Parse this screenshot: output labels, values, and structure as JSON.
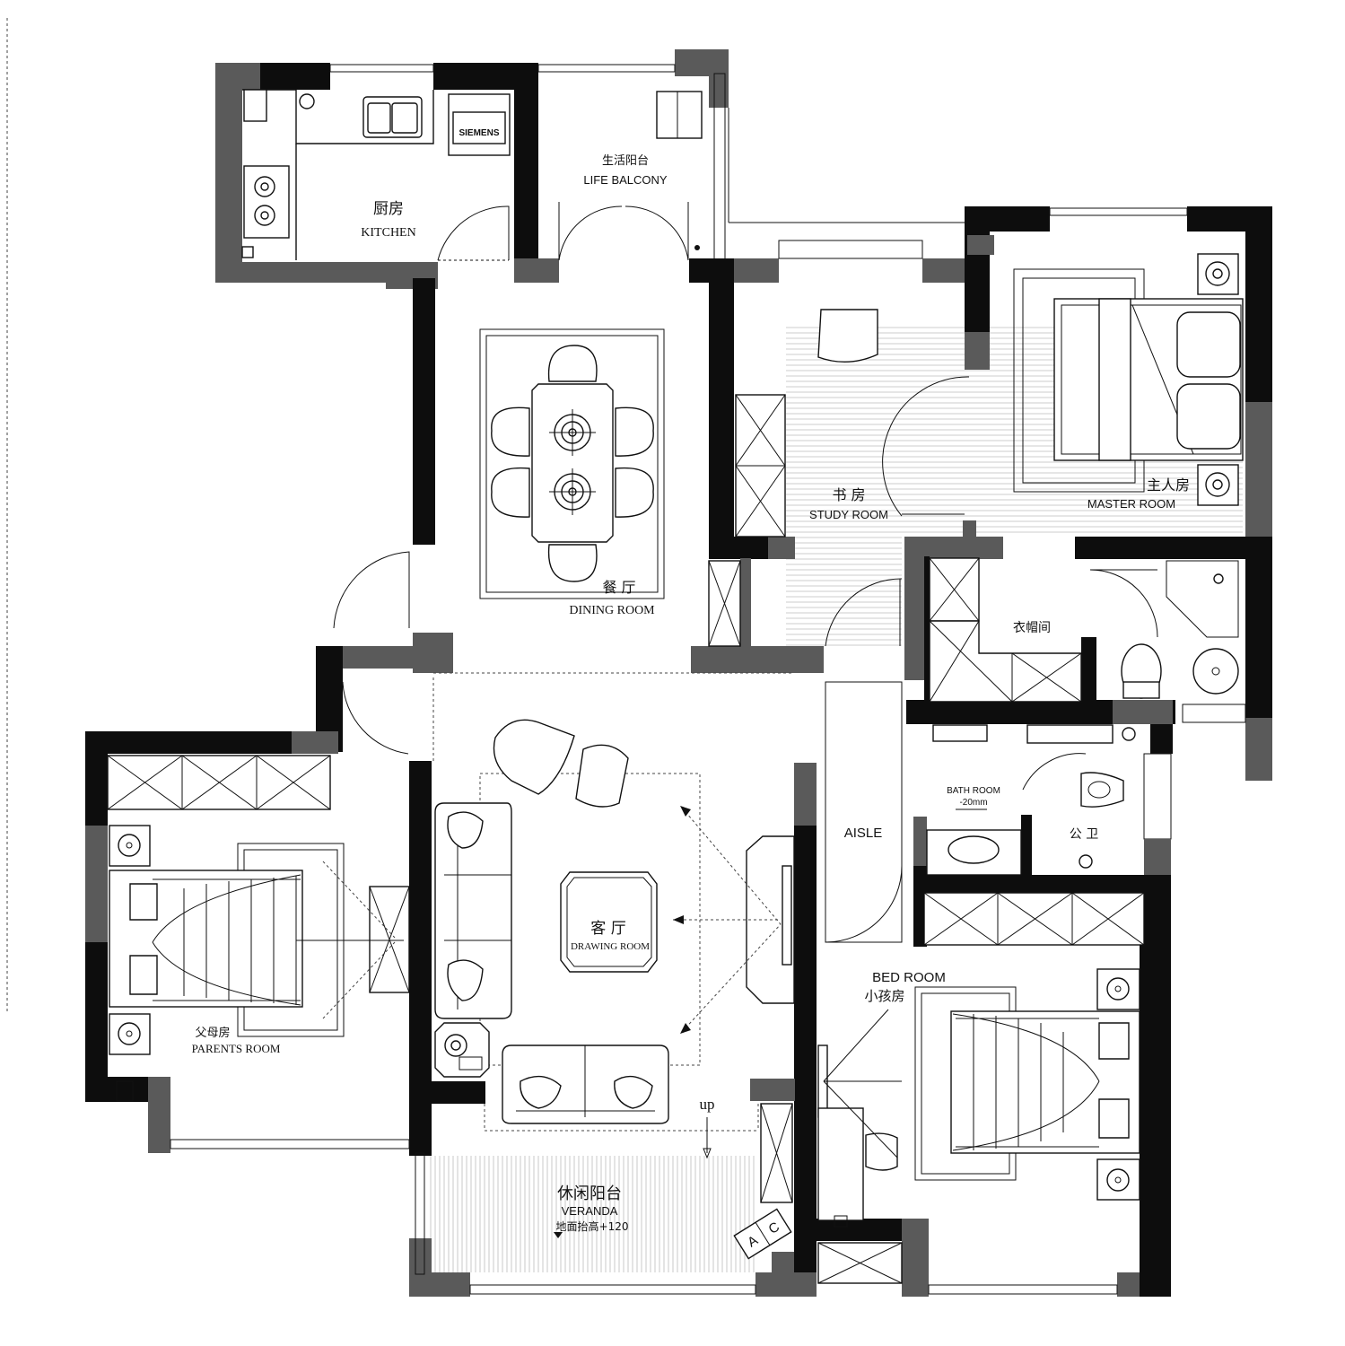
{
  "rooms": {
    "kitchen": {
      "cn": "厨房",
      "en": "KITCHEN"
    },
    "life_balcony": {
      "cn": "生活阳台",
      "en": "LIFE BALCONY"
    },
    "dining": {
      "cn": "餐 厅",
      "en": "DINING ROOM"
    },
    "study": {
      "cn": "书 房",
      "en": "STUDY ROOM"
    },
    "master": {
      "cn": "主人房",
      "en": "MASTER ROOM"
    },
    "cloakroom": {
      "cn": "衣帽间"
    },
    "drawing": {
      "cn": "客 厅",
      "en": "DRAWING ROOM"
    },
    "aisle": {
      "en": "AISLE"
    },
    "bath": {
      "en": "BATH ROOM",
      "note": "-20mm"
    },
    "public_wc": {
      "cn": "公 卫"
    },
    "parents": {
      "cn": "父母房",
      "en": "PARENTS ROOM"
    },
    "child": {
      "en": "BED ROOM",
      "cn": "小孩房"
    },
    "veranda": {
      "cn": "休闲阳台",
      "en": "VERANDA",
      "note": "地面抬高+120"
    }
  },
  "annotations": {
    "up": "up",
    "brand": "SIEMENS",
    "ac_a": "A",
    "ac_c": "C"
  },
  "colors": {
    "wall_dark": "#0d0d0d",
    "wall_gray": "#5a5a5a",
    "background": "#ffffff"
  }
}
